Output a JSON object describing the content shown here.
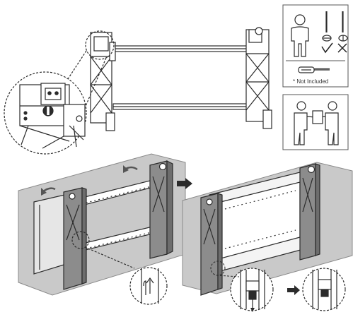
{
  "document": {
    "type": "wall mount installation instruction illustration",
    "colors": {
      "line": "#2b2b2b",
      "wall": "#c9c9c9",
      "frame": "#8c8c8c",
      "arm": "#6d6d6d",
      "panel_border": "#555555",
      "check": "#222222"
    },
    "tools_panel": {
      "note": "* Not Included",
      "icons": [
        "person-icon",
        "phillips-screwdriver-icon",
        "flathead-screwdriver-icon",
        "check-icon",
        "cross-icon",
        "screwdriver-icon"
      ]
    },
    "two_person_panel": {
      "icons": [
        "two-person-carry-icon"
      ]
    },
    "steps": [
      {
        "id": "mount-frame-detail",
        "icons": [
          "lock-icon",
          "magnifier-icon"
        ]
      },
      {
        "id": "attach-to-wall",
        "icons": [
          "rotate-arrow-icon",
          "up-arrow-icon"
        ]
      },
      {
        "id": "latch-detail",
        "icons": [
          "right-arrow-icon"
        ]
      }
    ]
  }
}
